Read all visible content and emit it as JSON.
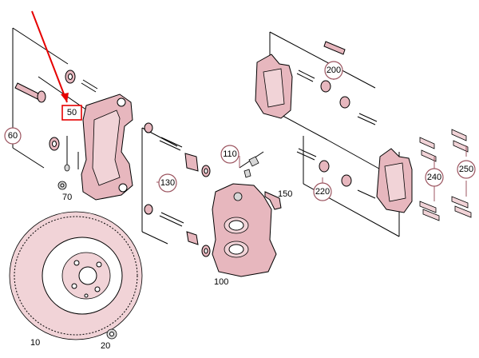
{
  "diagram": {
    "highlight_color": "#e60000",
    "part_fill": "#e7b7be",
    "leader_color": "#9c5560",
    "callouts": [
      {
        "id": "c60",
        "label": "60"
      },
      {
        "id": "c130",
        "label": "130"
      },
      {
        "id": "c110",
        "label": "110"
      },
      {
        "id": "c200",
        "label": "200"
      },
      {
        "id": "c220",
        "label": "220"
      },
      {
        "id": "c240",
        "label": "240"
      },
      {
        "id": "c250",
        "label": "250"
      }
    ],
    "highlighted_label": "50",
    "plain_labels": [
      {
        "id": "l70",
        "label": "70"
      },
      {
        "id": "l150",
        "label": "150"
      },
      {
        "id": "l100",
        "label": "100"
      },
      {
        "id": "l10",
        "label": "10"
      },
      {
        "id": "l20",
        "label": "20"
      }
    ]
  }
}
